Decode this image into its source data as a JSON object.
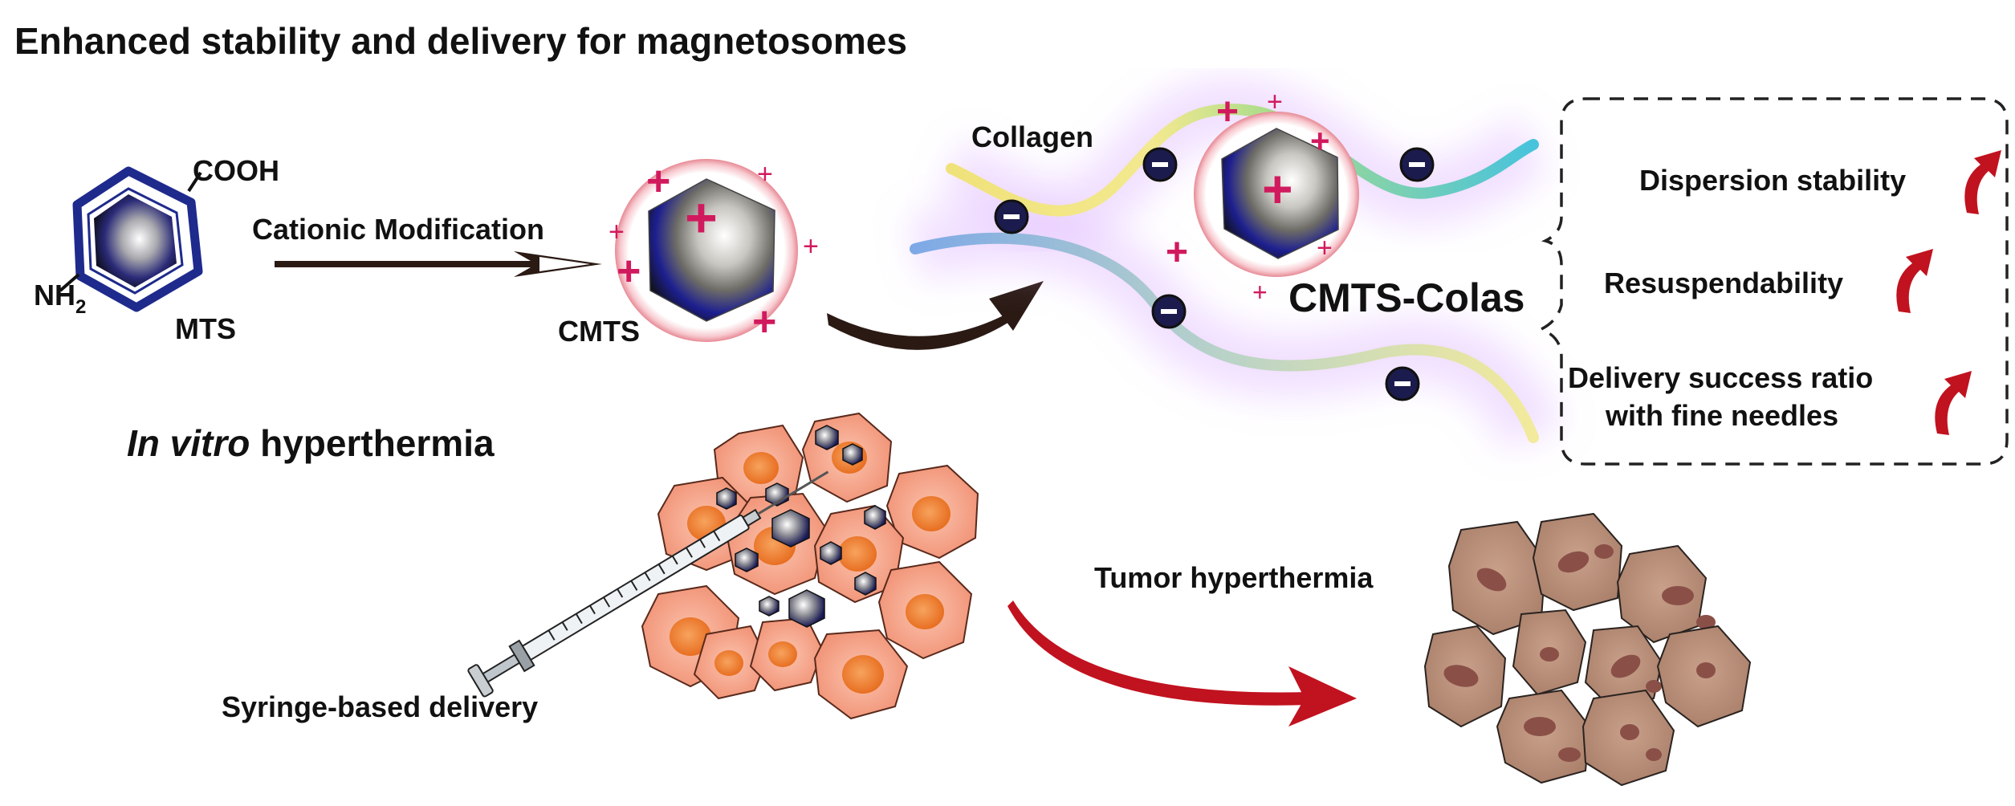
{
  "title": "Enhanced stability and delivery for magnetosomes",
  "mts": {
    "cooh": "COOH",
    "nh": "NH",
    "nh_sub": "2",
    "name": "MTS"
  },
  "step_arrow_label": "Cationic Modification",
  "cmts": {
    "name": "CMTS"
  },
  "collagen": {
    "label": "Collagen"
  },
  "complex": {
    "name": "CMTS-Colas"
  },
  "benefits": [
    "Dispersion stability",
    "Resuspendability",
    "Delivery success ratio",
    "with fine needles"
  ],
  "in_vitro": {
    "italic": "In vitro",
    "rest": " hyperthermia"
  },
  "syringe_label": "Syringe-based delivery",
  "tumor_label": "Tumor hyperthermia",
  "symbols": {
    "plus": "+",
    "minus": "-"
  },
  "colors": {
    "ink": "#111111",
    "charge_plus": "#d11a5e",
    "navy": "#1e2a8c",
    "arrow_red": "#c1121f",
    "cell_pink": "#f4a487",
    "cell_nucleus": "#ee7a2e",
    "tumor_cell": "#b98d77",
    "tumor_nucleus": "#8a5048"
  }
}
